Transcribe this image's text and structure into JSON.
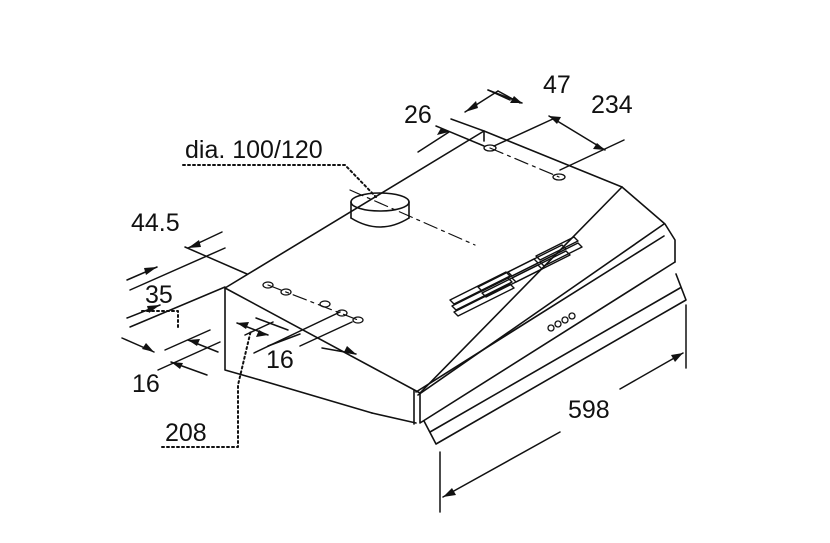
{
  "diagram": {
    "dims": {
      "depth_top_offset": "47",
      "depth_offset": "26",
      "hole_spacing_top": "234",
      "duct_diameter": "dia. 100/120",
      "side_offset": "44.5",
      "side_small": "35",
      "front_small_left": "16",
      "front_small_mid": "16",
      "front_depth": "208",
      "width": "598"
    },
    "colors": {
      "line": "#111111",
      "background": "#ffffff"
    }
  }
}
